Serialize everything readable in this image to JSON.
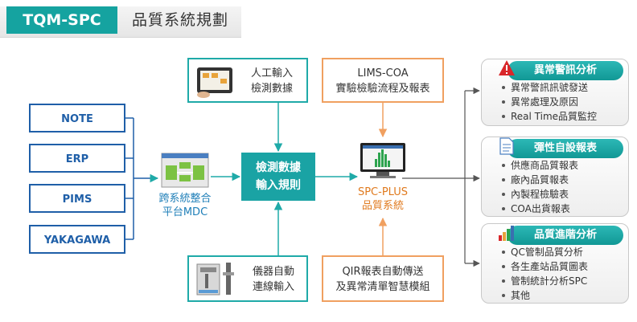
{
  "header": {
    "tag": "TQM-SPC",
    "title": "品質系統規劃"
  },
  "sources": [
    "NOTE",
    "ERP",
    "PIMS",
    "YAKAGAWA"
  ],
  "mdc": {
    "line1": "跨系統整合",
    "line2": "平台MDC"
  },
  "manual_input": {
    "line1": "人工輸入",
    "line2": "檢測數據"
  },
  "instrument_input": {
    "line1": "儀器自動",
    "line2": "連線輸入"
  },
  "rules": {
    "line1": "檢測數據",
    "line2": "輸入規則"
  },
  "lims": {
    "line1": "LIMS-COA",
    "line2": "實驗檢驗流程及報表"
  },
  "qir": {
    "line1": "QIR報表自動傳送",
    "line2": "及異常清單智慧模組"
  },
  "spc": {
    "line1": "SPC-PLUS",
    "line2": "品質系統"
  },
  "panels": [
    {
      "title": "異常警訊分析",
      "icon": "warning-icon",
      "items": [
        "異常警訊訊號發送",
        "異常處理及原因",
        "Real Time品質監控"
      ]
    },
    {
      "title": "彈性自設報表",
      "icon": "document-icon",
      "items": [
        "供應商品質報表",
        "廠內品質報表",
        "內製程檢驗表",
        "COA出貨報表"
      ]
    },
    {
      "title": "品質進階分析",
      "icon": "bar-chart-icon",
      "items": [
        "QC管制品質分析",
        "各生產站品質圖表",
        "管制統計分析SPC",
        "其他"
      ]
    }
  ],
  "colors": {
    "teal": "#1aa3a4",
    "blue": "#1f5fa8",
    "orange": "#f0a060",
    "warning": "#d9262a"
  }
}
